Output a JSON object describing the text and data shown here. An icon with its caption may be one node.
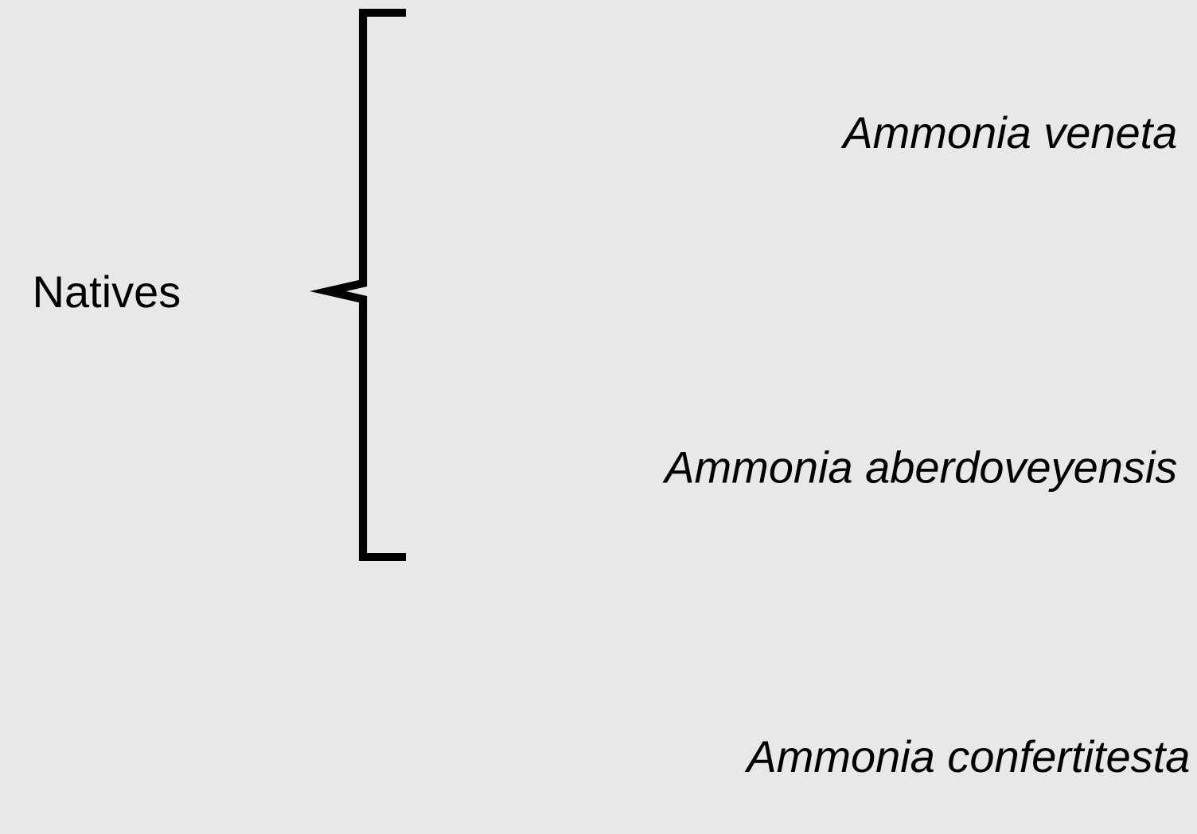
{
  "diagram": {
    "labels": [
      "Ammonia veneta",
      "Natives",
      "Ammonia aberdoveyensis",
      "Ammonia confertitesta"
    ]
  }
}
